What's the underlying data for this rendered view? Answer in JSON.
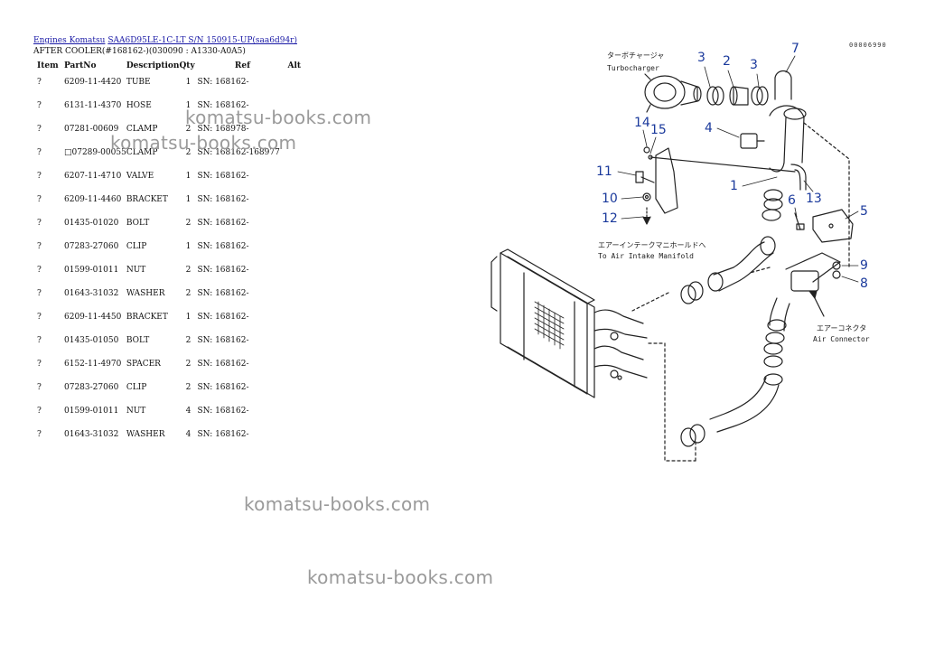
{
  "breadcrumb": {
    "link1": "Engines Komatsu",
    "link2": "SAA6D95LE-1C-LT S/N 150915-UP(saa6d94r)"
  },
  "subtitle": "AFTER COOLER(#168162-)(030090 : A1330-A0A5)",
  "table": {
    "headers": {
      "item": "Item",
      "partno": "PartNo",
      "description": "Description",
      "qty": "Qty",
      "ref": "Ref",
      "alt": "Alt"
    },
    "rows": [
      {
        "item": "?",
        "partno": "6209-11-4420",
        "description": "TUBE",
        "qty": "1",
        "ref": "SN: 168162-"
      },
      {
        "item": "?",
        "partno": "6131-11-4370",
        "description": "HOSE",
        "qty": "1",
        "ref": "SN: 168162-"
      },
      {
        "item": "?",
        "partno": "07281-00609",
        "description": "CLAMP",
        "qty": "2",
        "ref": "SN: 168978-"
      },
      {
        "item": "?",
        "partno": "□07289-00055",
        "description": "CLAMP",
        "qty": "2",
        "ref": "SN: 168162-168977"
      },
      {
        "item": "?",
        "partno": "6207-11-4710",
        "description": "VALVE",
        "qty": "1",
        "ref": "SN: 168162-"
      },
      {
        "item": "?",
        "partno": "6209-11-4460",
        "description": "BRACKET",
        "qty": "1",
        "ref": "SN: 168162-"
      },
      {
        "item": "?",
        "partno": "01435-01020",
        "description": "BOLT",
        "qty": "2",
        "ref": "SN: 168162-"
      },
      {
        "item": "?",
        "partno": "07283-27060",
        "description": "CLIP",
        "qty": "1",
        "ref": "SN: 168162-"
      },
      {
        "item": "?",
        "partno": "01599-01011",
        "description": "NUT",
        "qty": "2",
        "ref": "SN: 168162-"
      },
      {
        "item": "?",
        "partno": "01643-31032",
        "description": "WASHER",
        "qty": "2",
        "ref": "SN: 168162-"
      },
      {
        "item": "?",
        "partno": "6209-11-4450",
        "description": "BRACKET",
        "qty": "1",
        "ref": "SN: 168162-"
      },
      {
        "item": "?",
        "partno": "01435-01050",
        "description": "BOLT",
        "qty": "2",
        "ref": "SN: 168162-"
      },
      {
        "item": "?",
        "partno": "6152-11-4970",
        "description": "SPACER",
        "qty": "2",
        "ref": "SN: 168162-"
      },
      {
        "item": "?",
        "partno": "07283-27060",
        "description": "CLIP",
        "qty": "2",
        "ref": "SN: 168162-"
      },
      {
        "item": "?",
        "partno": "01599-01011",
        "description": "NUT",
        "qty": "4",
        "ref": "SN: 168162-"
      },
      {
        "item": "?",
        "partno": "01643-31032",
        "description": "WASHER",
        "qty": "4",
        "ref": "SN: 168162-"
      }
    ]
  },
  "diagram": {
    "code": "00006990",
    "labels": {
      "turbo_jp": "ターボチャージャ",
      "turbo_en": "Turbocharger",
      "intake_jp": "エアーインテークマニホールドへ",
      "intake_en": "To Air Intake Manifold",
      "connector_jp": "エアーコネクタ",
      "connector_en": "Air Connector"
    },
    "callouts": [
      "1",
      "2",
      "3",
      "3",
      "4",
      "5",
      "6",
      "7",
      "8",
      "9",
      "10",
      "11",
      "12",
      "13",
      "14",
      "15"
    ],
    "callout_color": "#1b3a9c"
  },
  "watermark": "komatsu-books.com"
}
